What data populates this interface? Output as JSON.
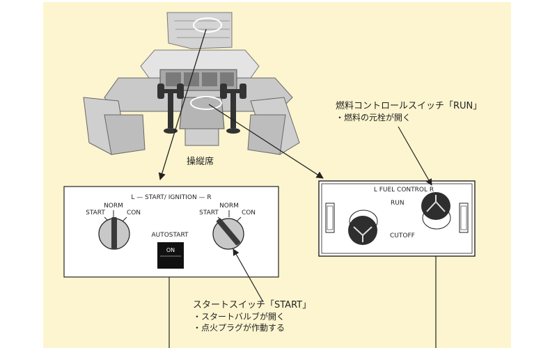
{
  "colors": {
    "background": "#FCF5CF",
    "panel_fill": "#FFFFFF",
    "line": "#222222",
    "knob_gray": "#BDBDBD",
    "knob_dark": "#3A3A3A",
    "cockpit_gray": "#CFCFCF"
  },
  "cockpit": {
    "caption": "操縦席"
  },
  "ignition_panel": {
    "title": "L — START/ IGNITION — R",
    "left_knob": {
      "start": "START",
      "norm": "NORM",
      "con": "CON"
    },
    "right_knob": {
      "start": "START",
      "norm": "NORM",
      "con": "CON"
    },
    "autostart_label": "AUTOSTART",
    "autostart_button": "ON"
  },
  "fuel_panel": {
    "title": "L  FUEL  CONTROL  R",
    "run_label": "RUN",
    "cutoff_label": "CUTOFF"
  },
  "fuel_callout": {
    "title": "燃料コントロールスイッチ「RUN」",
    "bullet": "・燃料の元栓が開く"
  },
  "start_callout": {
    "title": "スタートスイッチ「START」",
    "bullet1": "・スタートバルブが開く",
    "bullet2": "・点火プラグが作動する"
  }
}
